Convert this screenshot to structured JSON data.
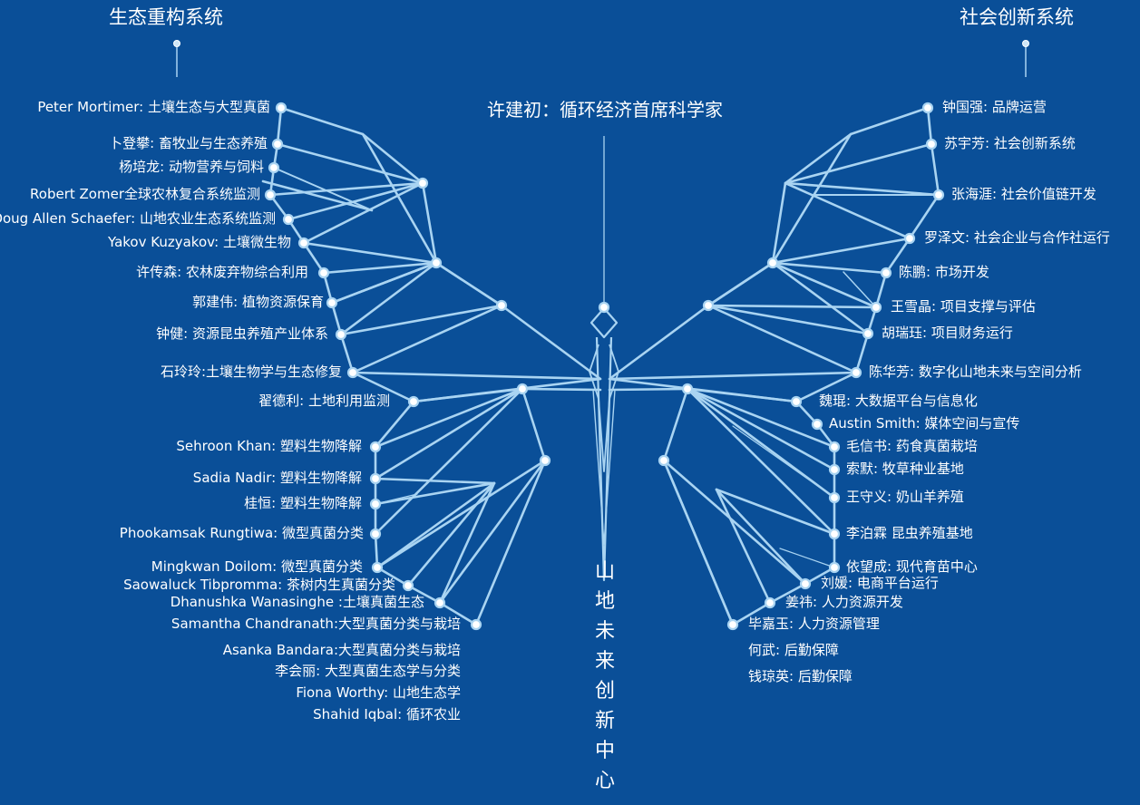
{
  "headers": {
    "left": "生态重构系统",
    "right": "社会创新系统"
  },
  "center_title": "许建初：循环经济首席科学家",
  "vertical_text": [
    "山",
    "地",
    "未",
    "来",
    "创",
    "新",
    "中",
    "心"
  ],
  "left_nodes": [
    "Peter Mortimer: 土壤生态与大型真菌",
    "卜登攀: 畜牧业与生态养殖",
    "杨培龙: 动物营养与饲料",
    "Robert Zomer全球农林复合系统监测",
    "Doug Allen Schaefer: 山地农业生态系统监测",
    "Yakov Kuzyakov: 土壤微生物",
    "许传森: 农林废弃物综合利用",
    "郭建伟: 植物资源保育",
    "钟健: 资源昆虫养殖产业体系",
    "石玲玲:土壤生物学与生态修复",
    "翟德利: 土地利用监测",
    "Sehroon Khan: 塑料生物降解",
    "Sadia Nadir: 塑料生物降解",
    "桂恒: 塑料生物降解",
    "Phookamsak Rungtiwa: 微型真菌分类",
    "Mingkwan Doilom: 微型真菌分类",
    "Saowaluck Tibpromma: 茶树内生真菌分类",
    "Dhanushka Wanasinghe :土壤真菌生态",
    "Samantha Chandranath:大型真菌分类与栽培"
  ],
  "left_extra": [
    "Asanka Bandara:大型真菌分类与栽培",
    "李会丽: 大型真菌生态学与分类",
    "Fiona Worthy: 山地生态学",
    "Shahid Iqbal: 循环农业"
  ],
  "right_nodes": [
    "钟国强: 品牌运营",
    "苏宇芳: 社会创新系统",
    "张海涯: 社会价值链开发",
    "罗泽文: 社会企业与合作社运行",
    "陈鹏: 市场开发",
    "王雪晶: 项目支撑与评估",
    "胡瑞珏: 项目财务运行",
    "陈华芳: 数字化山地未来与空间分析",
    "魏琨: 大数据平台与信息化",
    "Austin Smith: 媒体空间与宣传",
    "毛信书: 药食真菌栽培",
    "索默: 牧草种业基地",
    "王守义: 奶山羊养殖",
    "李泊霖 昆虫养殖基地",
    "依望成: 现代育苗中心",
    "刘媛: 电商平台运行",
    "姜祎: 人力资源开发",
    "毕嘉玉: 人力资源管理"
  ],
  "right_extra": [
    "何武: 后勤保障",
    "钱琼英: 后勤保障"
  ],
  "colors": {
    "background": "#0a4f98",
    "line": "#a9d4f2",
    "text": "#ffffff"
  }
}
